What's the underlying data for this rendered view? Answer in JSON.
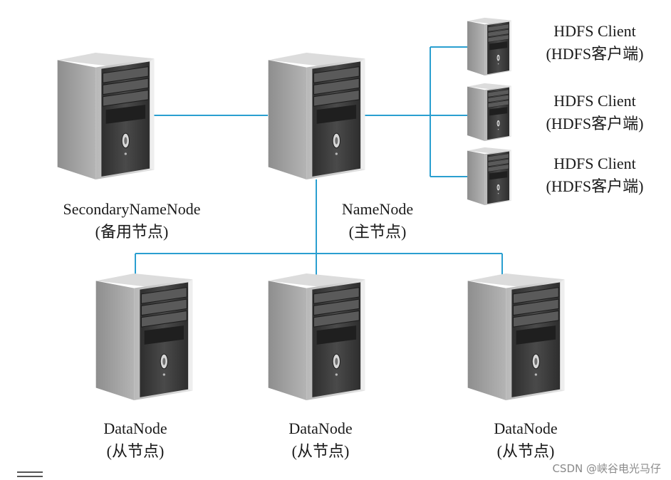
{
  "nodes": {
    "secondary": {
      "name": "SecondaryNameNode",
      "role": "(备用节点)"
    },
    "namenode": {
      "name": "NameNode",
      "role": "(主节点)"
    },
    "datanode1": {
      "name": "DataNode",
      "role": "(从节点)"
    },
    "datanode2": {
      "name": "DataNode",
      "role": "(从节点)"
    },
    "datanode3": {
      "name": "DataNode",
      "role": "(从节点)"
    }
  },
  "clients": [
    {
      "name": "HDFS Client",
      "role": "(HDFS客户端)"
    },
    {
      "name": "HDFS Client",
      "role": "(HDFS客户端)"
    },
    {
      "name": "HDFS Client",
      "role": "(HDFS客户端)"
    }
  ],
  "watermark": "CSDN @峡谷电光马仔",
  "colors": {
    "connector": "#2a9fd0",
    "tower_body": "#c9c9c9",
    "tower_side": "#9a9a9a",
    "tower_front": "#3a3a3a"
  }
}
